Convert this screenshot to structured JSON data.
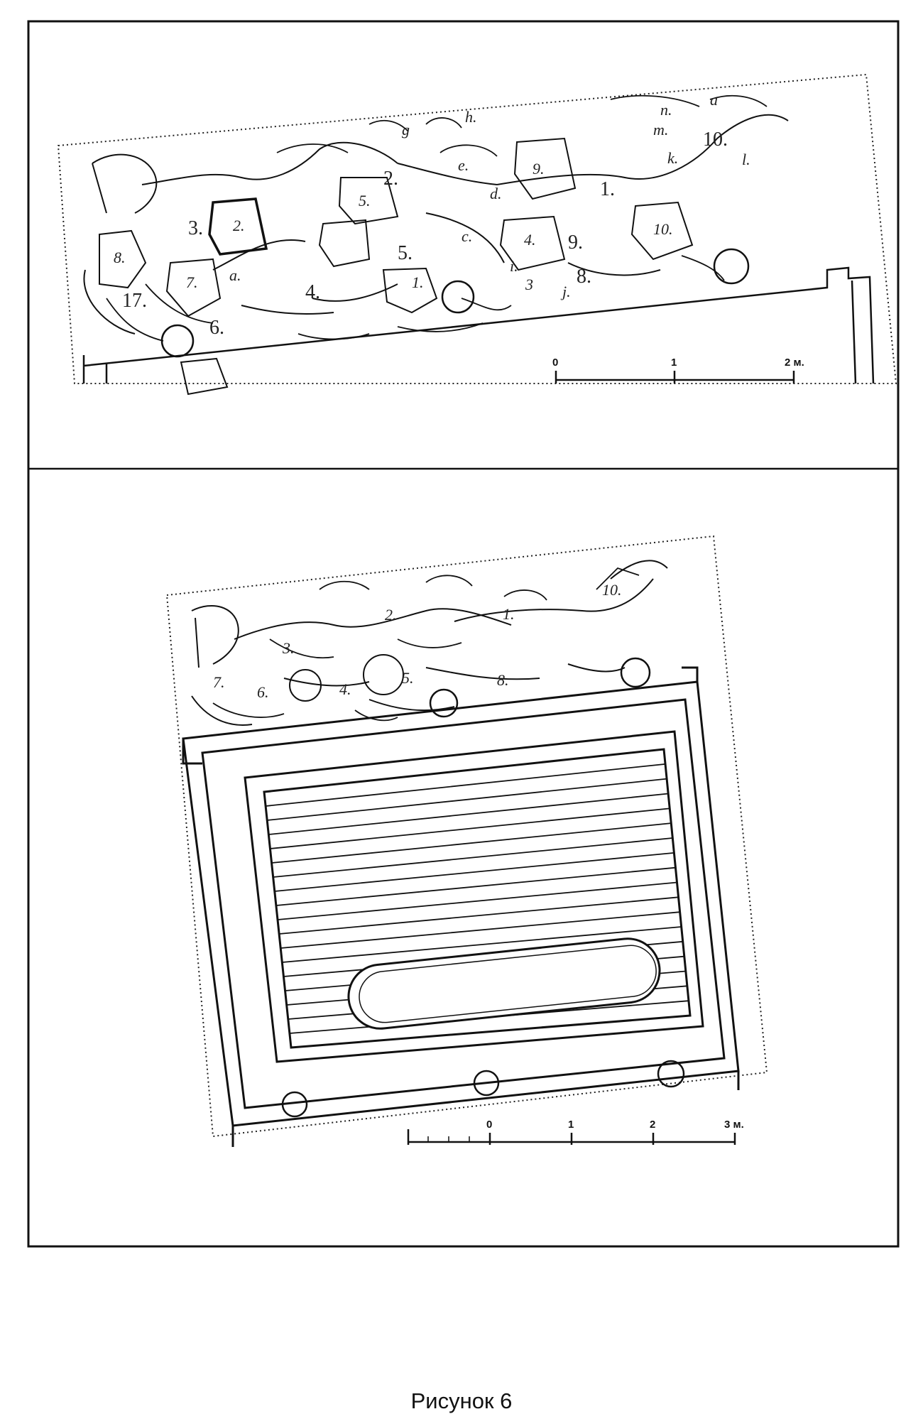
{
  "caption": "Рисунок 6",
  "top_plan": {
    "labels": [
      "1.",
      "2.",
      "2.",
      "3.",
      "4.",
      "5.",
      "5.",
      "6.",
      "7.",
      "8.",
      "8.",
      "9.",
      "9.",
      "10.",
      "10.",
      "17.",
      "1.",
      "4.",
      "3",
      "a.",
      "a",
      "c.",
      "d.",
      "e.",
      "g",
      "h.",
      "i.",
      "j.",
      "k.",
      "l.",
      "m.",
      "n."
    ],
    "scale": [
      "0",
      "1",
      "2 м."
    ]
  },
  "bottom_plan": {
    "labels": [
      "1.",
      "2.",
      "3.",
      "4.",
      "5.",
      "6.",
      "7.",
      "8.",
      "10."
    ],
    "scale": [
      "0",
      "1",
      "2",
      "3 м."
    ]
  }
}
